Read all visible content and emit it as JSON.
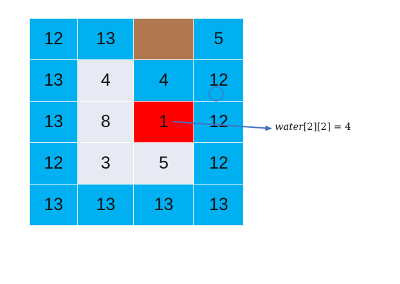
{
  "grid": {
    "rows": [
      [
        {
          "value": "12",
          "kind": "border"
        },
        {
          "value": "13",
          "kind": "border"
        },
        {
          "value": "",
          "kind": "wall"
        },
        {
          "value": "5",
          "kind": "border"
        }
      ],
      [
        {
          "value": "13",
          "kind": "border"
        },
        {
          "value": "4",
          "kind": "inner"
        },
        {
          "value": "4",
          "kind": "water"
        },
        {
          "value": "12",
          "kind": "border"
        }
      ],
      [
        {
          "value": "13",
          "kind": "border"
        },
        {
          "value": "8",
          "kind": "inner"
        },
        {
          "value": "1",
          "kind": "focus"
        },
        {
          "value": "12",
          "kind": "border"
        }
      ],
      [
        {
          "value": "12",
          "kind": "border"
        },
        {
          "value": "3",
          "kind": "inner"
        },
        {
          "value": "5",
          "kind": "inner"
        },
        {
          "value": "12",
          "kind": "border"
        }
      ],
      [
        {
          "value": "13",
          "kind": "border"
        },
        {
          "value": "13",
          "kind": "border"
        },
        {
          "value": "13",
          "kind": "border"
        },
        {
          "value": "13",
          "kind": "border"
        }
      ]
    ]
  },
  "annotation": {
    "variable": "water",
    "index": "[2][2]",
    "equals": " = ",
    "result": "4"
  },
  "colors": {
    "border": "#00b0f0",
    "inner": "#e8eaf3",
    "wall": "#b07850",
    "focus": "#ff0000",
    "arrow": "#4472c4"
  }
}
